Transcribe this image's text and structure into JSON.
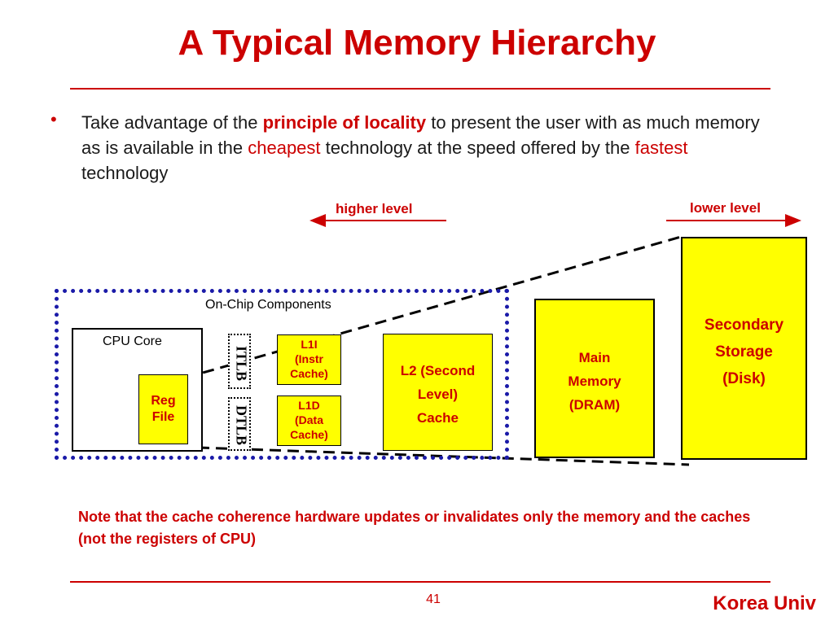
{
  "slide": {
    "title": "A Typical Memory Hierarchy",
    "bullet": {
      "seg1": "Take advantage of the ",
      "seg2": "principle of locality",
      "seg3": " to present the user with as much memory as is available in the ",
      "seg4": "cheapest",
      "seg5": " technology at the speed offered by the ",
      "seg6": "fastest",
      "seg7": " technology"
    },
    "levels": {
      "higher": "higher level",
      "lower": "lower level"
    },
    "diagram": {
      "onchip_label": "On-Chip Components",
      "cpu_core": "CPU Core",
      "reg_file": [
        "Reg",
        "File"
      ],
      "itlb": "ITLB",
      "dtlb": "DTLB",
      "l1i": [
        "L1I",
        "(Instr",
        "Cache)"
      ],
      "l1d": [
        "L1D",
        "(Data",
        "Cache)"
      ],
      "l2": [
        "L2 (Second",
        "Level)",
        "Cache"
      ],
      "main_memory": [
        "Main",
        "Memory",
        "(DRAM)"
      ],
      "secondary": [
        "Secondary",
        "Storage",
        "(Disk)"
      ]
    },
    "note": "Note that the cache coherence hardware updates or invalidates only the memory and the caches (not the registers of CPU)",
    "page_number": "41",
    "footer": "Korea Univ",
    "colors": {
      "accent": "#cc0000",
      "box_fill": "#ffff00",
      "onchip_border": "#1a1aa8"
    }
  }
}
